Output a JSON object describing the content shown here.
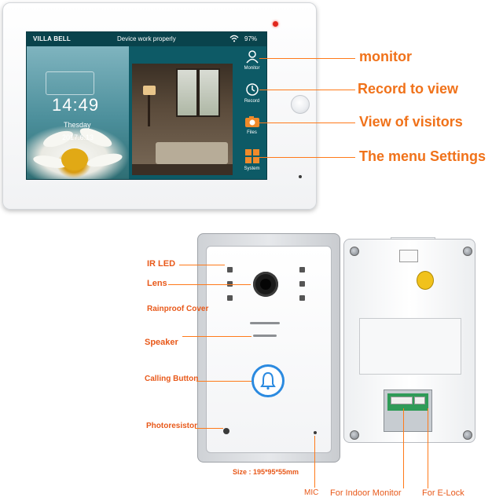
{
  "monitor": {
    "status_brand": "VILLA BELL",
    "status_message": "Device work properly",
    "battery": "97%",
    "clock_time": "14:49",
    "clock_day": "Thesday",
    "clock_date": "2017.6.13",
    "side_menu": [
      {
        "label": "Monitor",
        "icon": "person-icon"
      },
      {
        "label": "Record",
        "icon": "clock-icon"
      },
      {
        "label": "Files",
        "icon": "camera-icon"
      },
      {
        "label": "System",
        "icon": "grid-icon"
      }
    ]
  },
  "callouts": {
    "monitor": "monitor",
    "record": "Record to view",
    "visitors": "View of visitors",
    "settings": "The menu Settings"
  },
  "outdoor": {
    "ir_led": "IR LED",
    "lens": "Lens",
    "rainproof": "Rainproof Cover",
    "speaker": "Speaker",
    "calling_button": "Calling Button",
    "photoresistor": "Photoresistor",
    "size": "Size : 195*95*55mm",
    "mic": "MIC"
  },
  "back": {
    "indoor_monitor": "For Indoor Monitor",
    "e_lock": "For E-Lock"
  },
  "colors": {
    "accent": "#f0721a",
    "screen": "#0d5a66",
    "call_ring": "#2b8ae0",
    "menu_orange": "#f08a2a"
  }
}
